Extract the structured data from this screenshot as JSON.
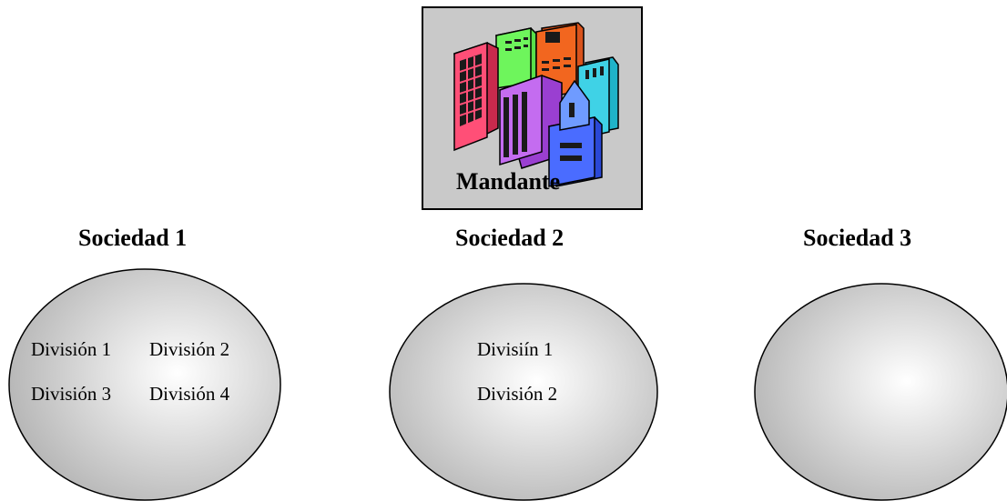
{
  "mandante": {
    "label": "Mandante",
    "icon": "city-buildings-icon"
  },
  "societies": [
    {
      "title": "Sociedad 1",
      "divisions": [
        "División 1",
        "División 2",
        "División 3",
        "División 4"
      ]
    },
    {
      "title": "Sociedad 2",
      "divisions": [
        "Divisiín 1",
        "División 2"
      ]
    },
    {
      "title": "Sociedad 3",
      "divisions": []
    }
  ],
  "colors": {
    "box_background": "#c9c9c9",
    "ellipse_center": "#ffffff",
    "ellipse_edge": "#b8b8b8",
    "outline": "#000000"
  }
}
